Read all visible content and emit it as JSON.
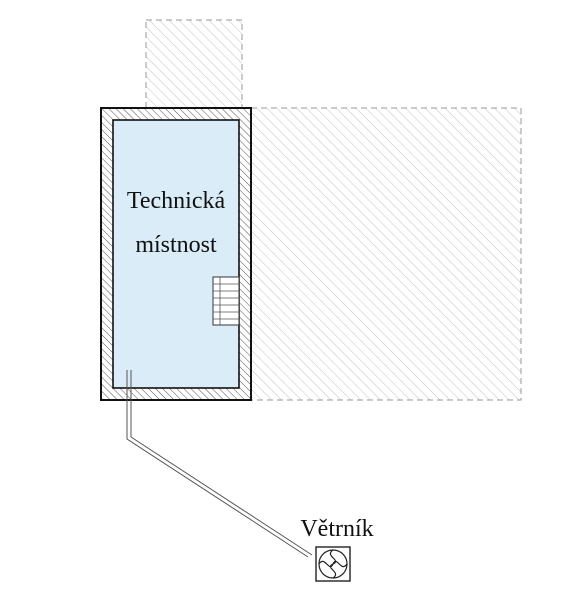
{
  "room": {
    "label_line1": "Technická",
    "label_line2": "místnost",
    "fill_color": "#d9ecf8"
  },
  "ventilator": {
    "label": "Větrník",
    "icon": "ventilator-fan-icon"
  },
  "colors": {
    "wall": "#111111",
    "hatch": "#bbbbbb",
    "dashed_outline": "#9a9a9a"
  }
}
